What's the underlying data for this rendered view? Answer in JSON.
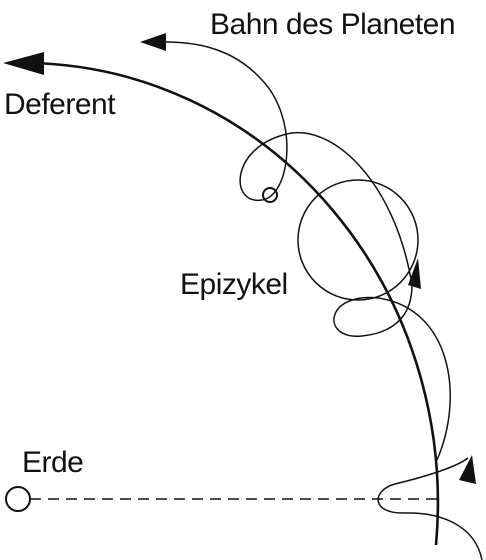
{
  "labels": {
    "orbit": "Bahn des Planeten",
    "deferent": "Deferent",
    "epicycle": "Epizykel",
    "earth": "Erde"
  },
  "colors": {
    "ink": "#111111",
    "background": "#ffffff"
  }
}
